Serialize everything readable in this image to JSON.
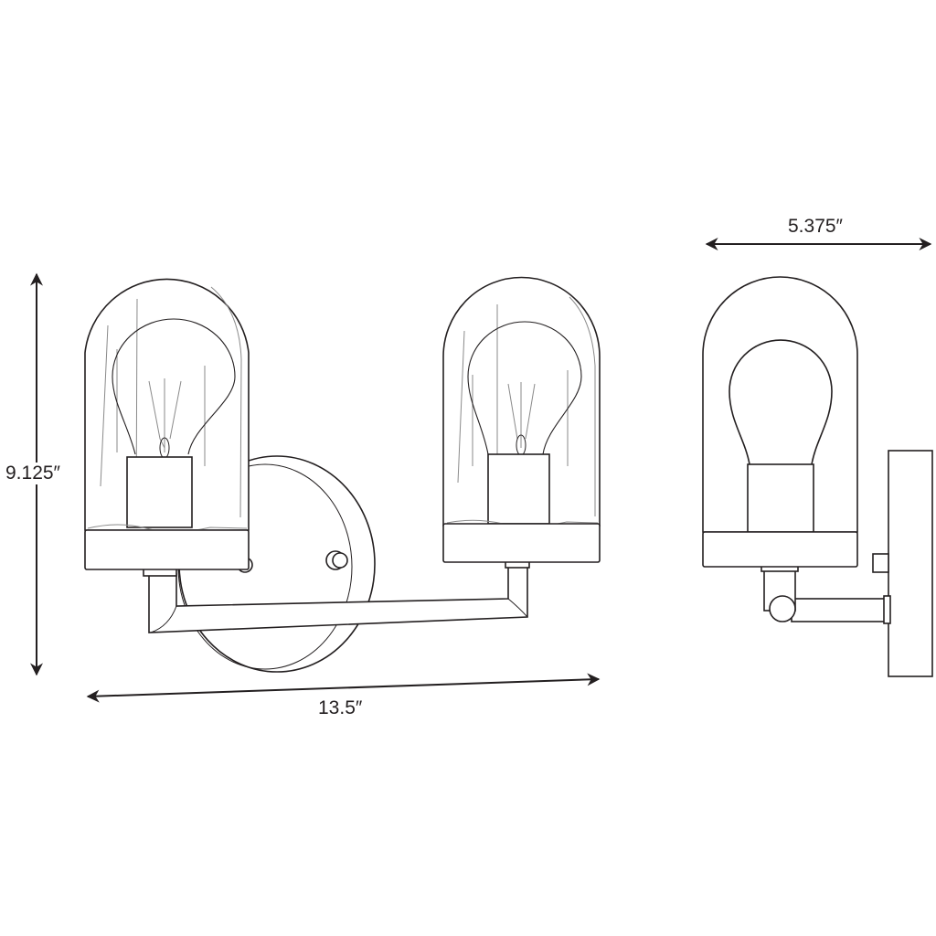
{
  "dimensions": {
    "height": "9.125″",
    "width": "13.5″",
    "depth": "5.375″"
  },
  "views": [
    "front-view",
    "side-view"
  ],
  "line_color": "#231f20"
}
